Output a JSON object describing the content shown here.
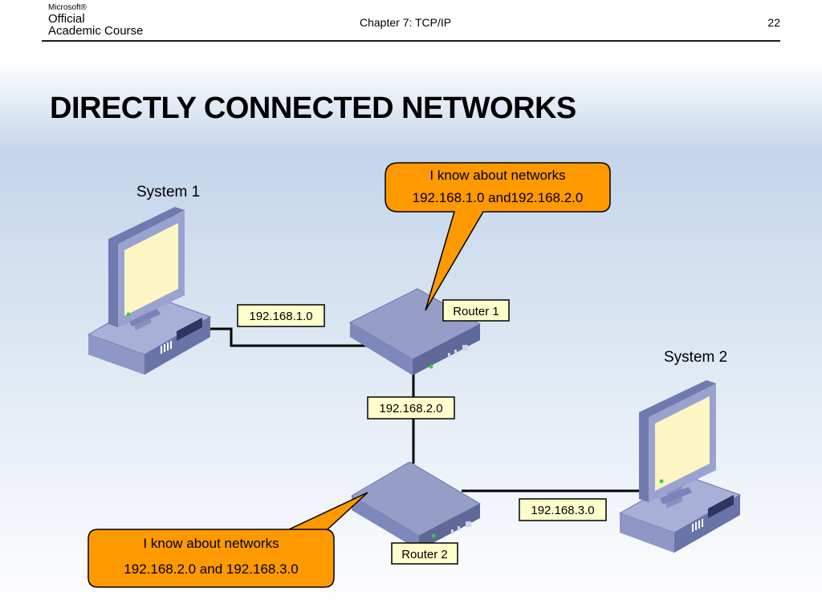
{
  "header": {
    "brand_line1": "Microsoft®",
    "brand_line2": "Official",
    "brand_line3": "Academic Course",
    "chapter": "Chapter 7: TCP/IP",
    "page_number": "22"
  },
  "title": "DIRECTLY CONNECTED NETWORKS",
  "diagram": {
    "system1_label": "System 1",
    "system2_label": "System 2",
    "router1_label": "Router 1",
    "router2_label": "Router 2",
    "network1": "192.168.1.0",
    "network2": "192.168.2.0",
    "network3": "192.168.3.0",
    "callout1_line1": "I know about networks",
    "callout1_line2": "192.168.1.0 and192.168.2.0",
    "callout2_line1": "I know about networks",
    "callout2_line2": "192.168.2.0 and 192.168.3.0"
  },
  "colors": {
    "callout_fill": "#ff9900",
    "label_fill": "#ffffcc",
    "device_blue": "#8d96c4",
    "screen": "#fbf6c4"
  }
}
